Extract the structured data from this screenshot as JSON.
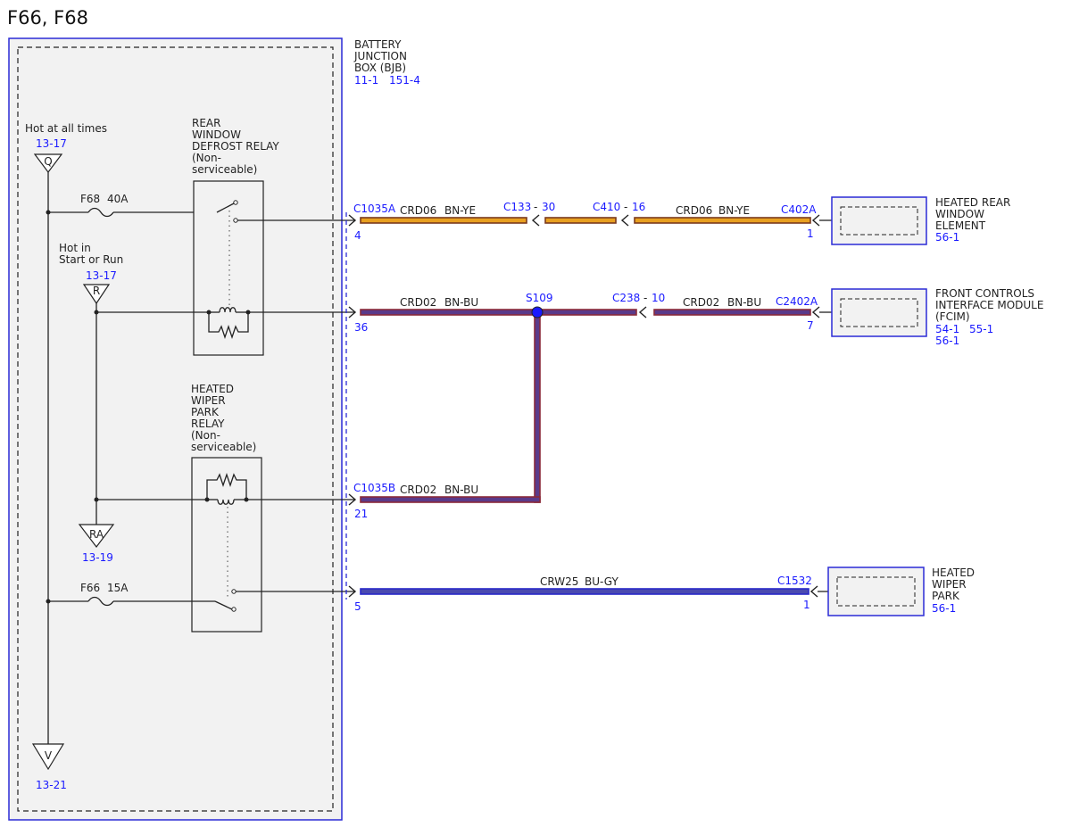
{
  "page_title": "F66, F68",
  "bjb": {
    "name_lines": [
      "BATTERY",
      "JUNCTION",
      "BOX (BJB)"
    ],
    "ref1": "11-1",
    "ref2": "151-4"
  },
  "power_sources": {
    "hot_at_all_times": {
      "label": "Hot at all times",
      "ref": "13-17",
      "symbol": "Q"
    },
    "hot_in_start_run": {
      "label_lines": [
        "Hot in",
        "Start or Run"
      ],
      "ref": "13-17",
      "symbol": "R"
    },
    "ra": {
      "symbol": "RA",
      "ref": "13-19"
    },
    "v": {
      "symbol": "V",
      "ref": "13-21"
    }
  },
  "fuses": {
    "f68": {
      "name": "F68",
      "rating": "40A"
    },
    "f66": {
      "name": "F66",
      "rating": "15A"
    }
  },
  "relays": {
    "rear_defrost": {
      "lines": [
        "REAR",
        "WINDOW",
        "DEFROST RELAY",
        "(Non-",
        "serviceable)"
      ]
    },
    "heated_wiper": {
      "lines": [
        "HEATED",
        "WIPER",
        "PARK",
        "RELAY",
        "(Non-",
        "serviceable)"
      ]
    }
  },
  "circuits": {
    "c1": {
      "left_connector": "C1035A",
      "left_pin": "4",
      "seg1_circuit": "CRD06",
      "seg1_color": "BN-YE",
      "inline1": "C133",
      "inline1_pin": "30",
      "inline2": "C410",
      "inline2_pin": "16",
      "seg2_circuit": "CRD06",
      "seg2_color": "BN-YE",
      "right_connector": "C402A",
      "right_pin": "1"
    },
    "c2": {
      "left_pin": "36",
      "seg1_circuit": "CRD02",
      "seg1_color": "BN-BU",
      "splice": "S109",
      "inline": "C238",
      "inline_pin": "10",
      "seg2_circuit": "CRD02",
      "seg2_color": "BN-BU",
      "right_connector": "C2402A",
      "right_pin": "7"
    },
    "c3": {
      "left_connector": "C1035B",
      "left_pin": "21",
      "circuit": "CRD02",
      "color": "BN-BU"
    },
    "c4": {
      "left_pin": "5",
      "circuit": "CRW25",
      "color": "BU-GY",
      "right_connector": "C1532",
      "right_pin": "1"
    }
  },
  "components": {
    "heated_rear_window": {
      "lines": [
        "HEATED REAR",
        "WINDOW",
        "ELEMENT"
      ],
      "ref": "56-1"
    },
    "fcim": {
      "lines": [
        "FRONT CONTROLS",
        "INTERFACE MODULE",
        "(FCIM)"
      ],
      "ref1": "54-1",
      "ref2": "55-1",
      "ref3": "56-1"
    },
    "heated_wiper_park": {
      "lines": [
        "HEATED",
        "WIPER",
        "PARK"
      ],
      "ref": "56-1"
    }
  },
  "colors": {
    "box_blue": "#2b2bd6",
    "ref_blue": "#1a1aff",
    "wire_brown": "#7a3a1e",
    "wire_yellow": "#e8a020",
    "wire_brown_bu": "#8a2a3a",
    "wire_blue": "#2a2ac8",
    "panel_fill": "#f0f0f0"
  }
}
